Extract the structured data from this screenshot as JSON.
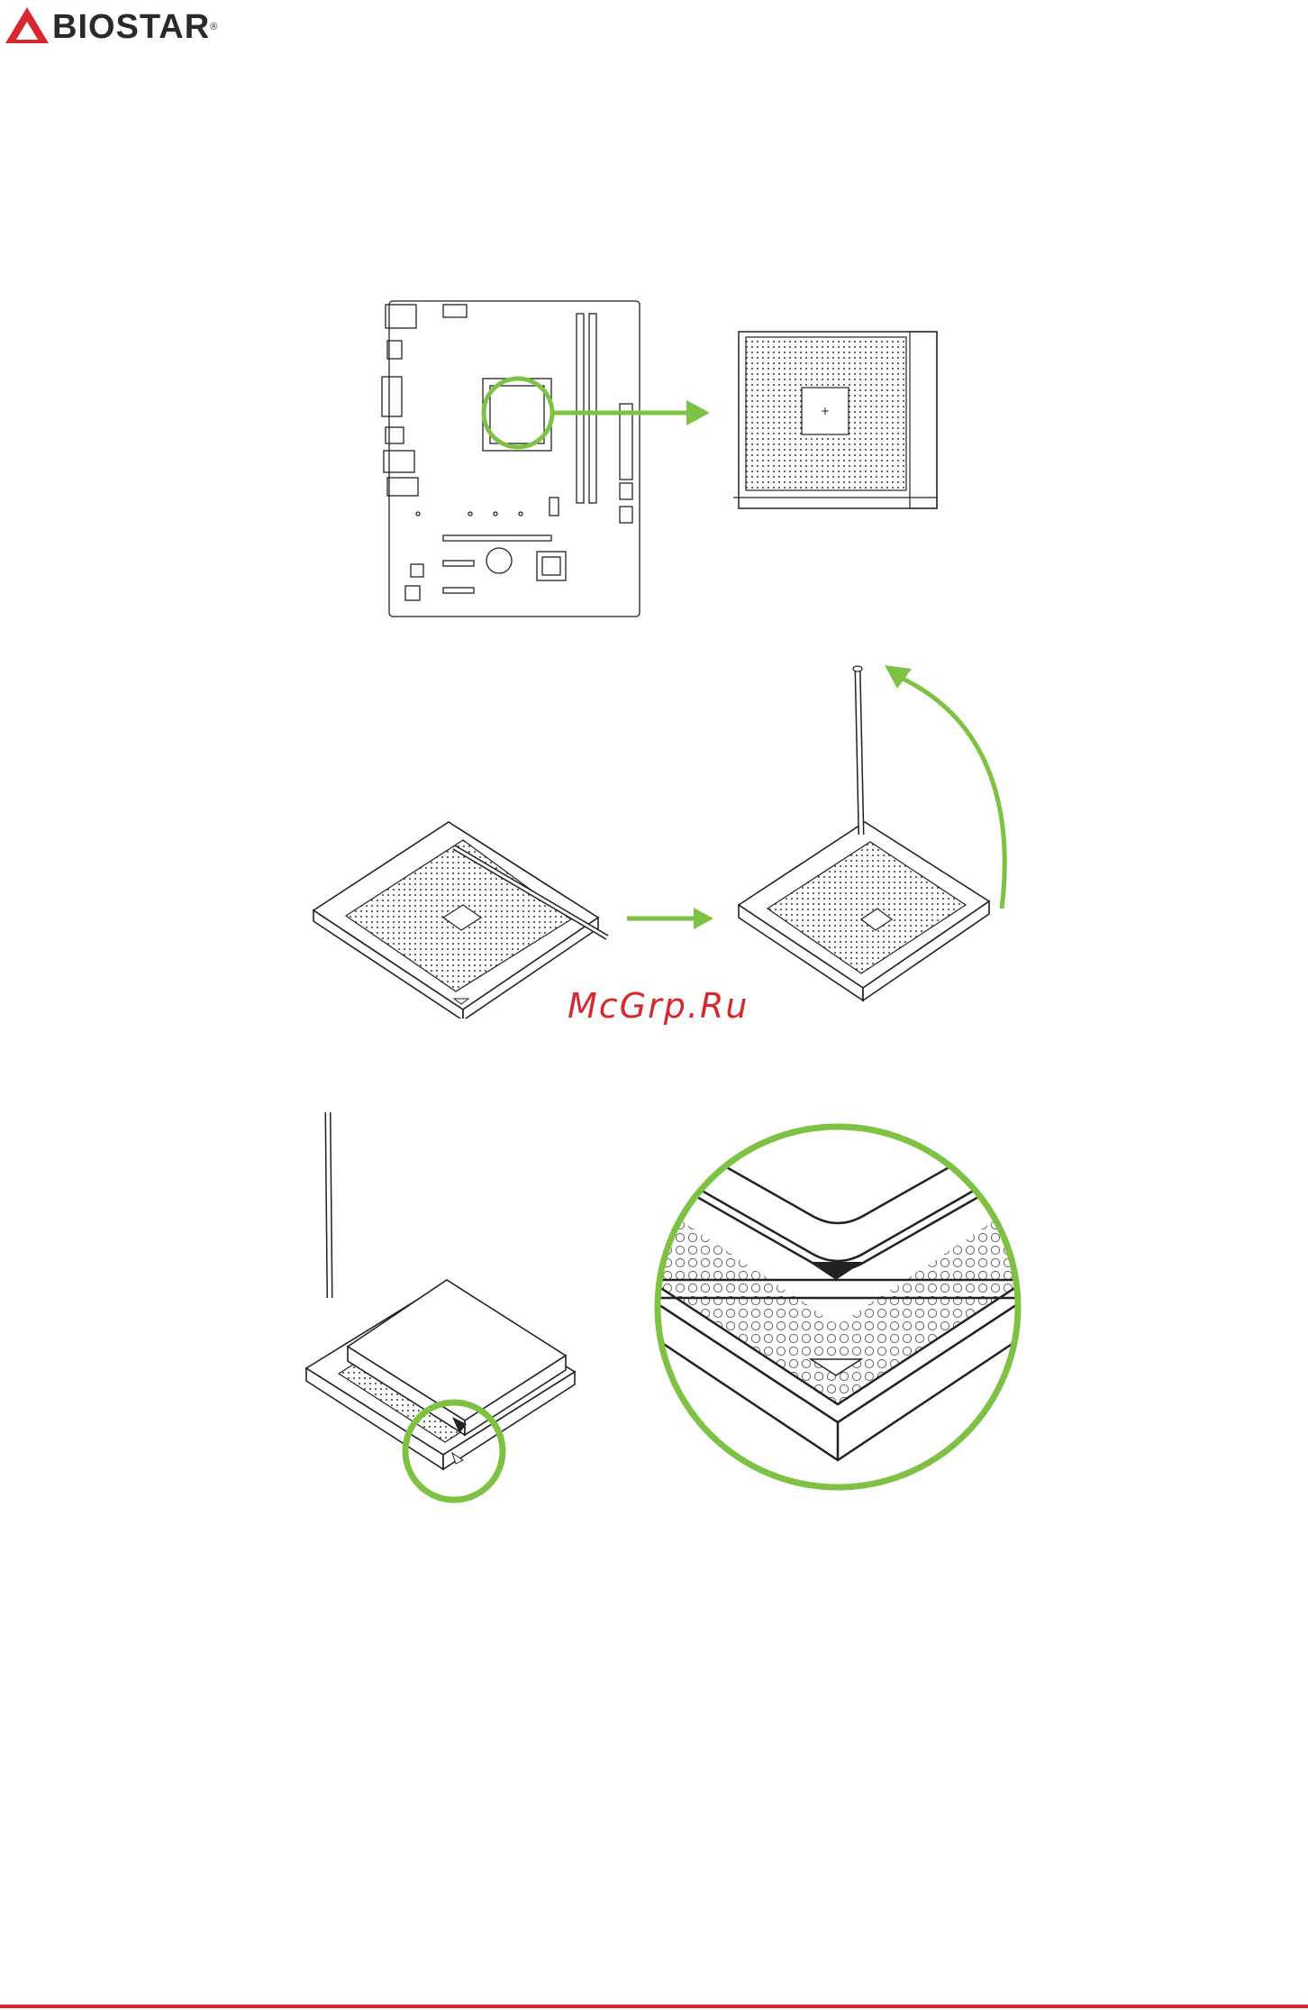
{
  "brand": {
    "name": "BI⊕STAR",
    "name_text": "BIOSTAR",
    "registered": "®",
    "color_red": "#d7282f",
    "color_dark": "#2a2a2a"
  },
  "watermark": {
    "text": "McGrp.Ru",
    "color": "#d7282f"
  },
  "colors": {
    "accent_green": "#7dc243",
    "line": "#222222",
    "footer": "#d7282f"
  },
  "figures": [
    {
      "name": "motherboard-layout",
      "icon": "motherboard-diagram"
    },
    {
      "name": "socket-top-view",
      "icon": "cpu-socket"
    },
    {
      "name": "socket-lever-closed",
      "icon": "cpu-socket-lever-down"
    },
    {
      "name": "socket-lever-open",
      "icon": "cpu-socket-lever-up"
    },
    {
      "name": "cpu-in-socket",
      "icon": "cpu-installed"
    },
    {
      "name": "pin1-marker-zoom",
      "icon": "triangle-alignment-marker"
    }
  ]
}
